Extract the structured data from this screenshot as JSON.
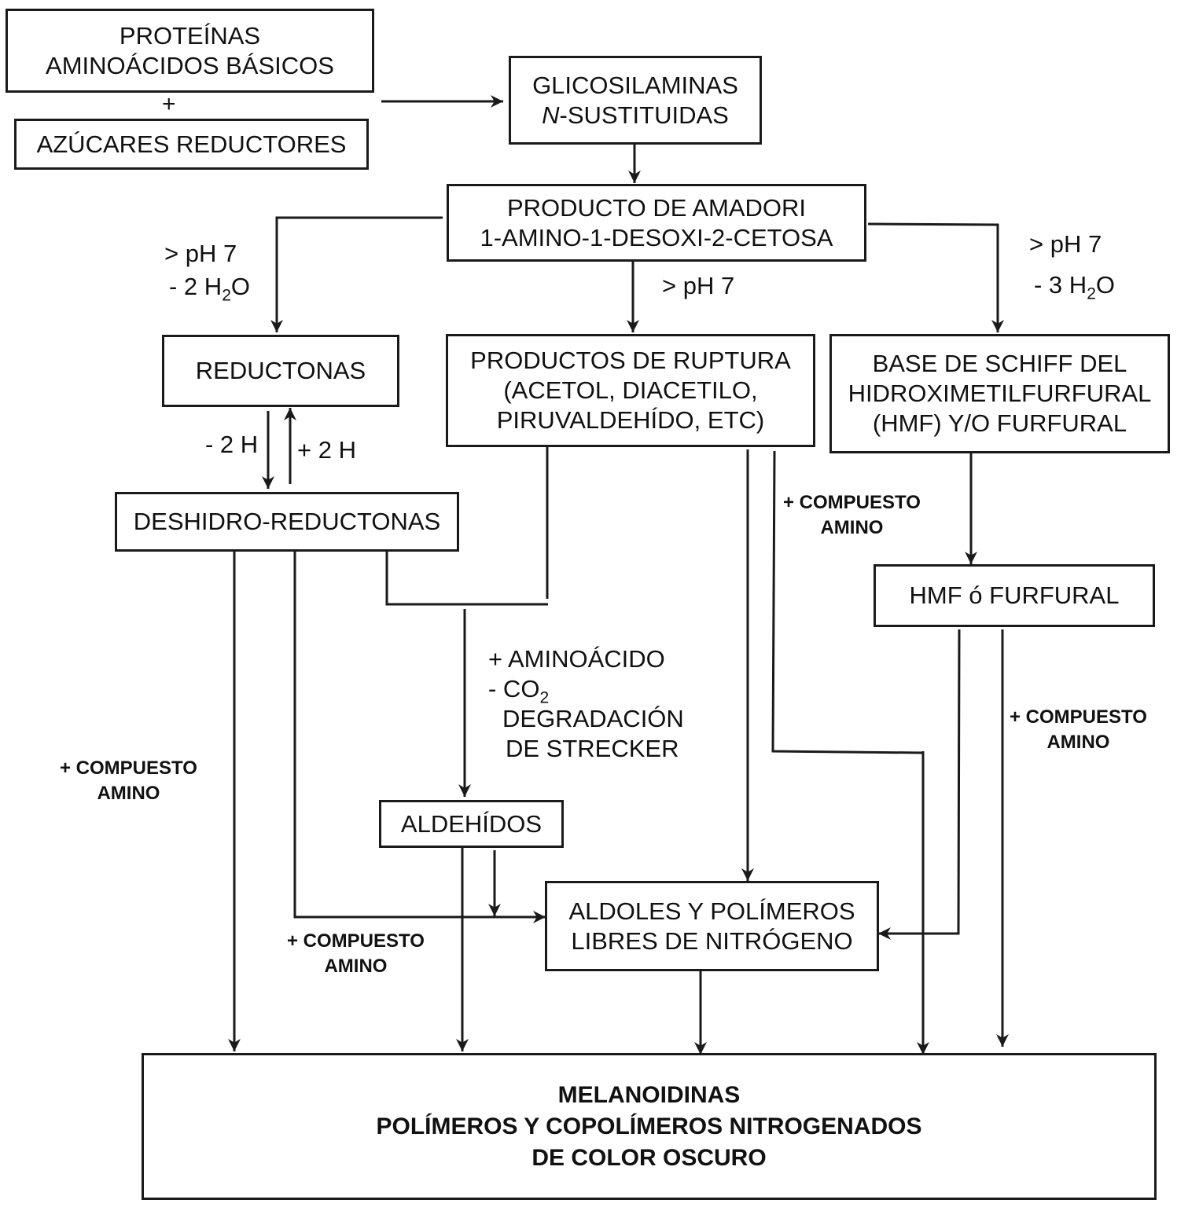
{
  "boxes": {
    "proteinas": {
      "lines": [
        "PROTEÍNAS",
        "AMINOÁCIDOS BÁSICOS"
      ]
    },
    "plus": "+",
    "azucares": {
      "lines": [
        "AZÚCARES REDUCTORES"
      ]
    },
    "glicosilaminas": {
      "line1": "GLICOSILAMINAS",
      "line2_italic": "N",
      "line2_rest": "-SUSTITUIDAS"
    },
    "amadori": {
      "lines": [
        "PRODUCTO DE AMADORI",
        "1-AMINO-1-DESOXI-2-CETOSA"
      ]
    },
    "reductonas": {
      "lines": [
        "REDUCTONAS"
      ]
    },
    "ruptura": {
      "lines": [
        "PRODUCTOS DE RUPTURA",
        "(ACETOL, DIACETILO,",
        "PIRUVALDEHÍDO, ETC)"
      ]
    },
    "schiff": {
      "lines": [
        "BASE DE SCHIFF DEL",
        "HIDROXIMETILFURFURAL",
        "(HMF) Y/O FURFURAL"
      ]
    },
    "deshidro": {
      "lines": [
        "DESHIDRO-REDUCTONAS"
      ]
    },
    "hmf": {
      "lines": [
        "HMF ó FURFURAL"
      ]
    },
    "aldehidos": {
      "lines": [
        "ALDEHÍDOS"
      ]
    },
    "aldoles": {
      "lines": [
        "ALDOLES Y POLÍMEROS",
        "LIBRES DE NITRÓGENO"
      ]
    },
    "melanoidinas": {
      "lines": [
        "MELANOIDINAS",
        "POLÍMEROS Y COPOLÍMEROS NITROGENADOS",
        "DE COLOR OSCURO"
      ]
    }
  },
  "labels": {
    "left_ph": {
      "line1": "> pH 7",
      "line2_pre": "- 2 H",
      "line2_sub": "2",
      "line2_post": "O"
    },
    "center_ph": "> pH 7",
    "right_ph": {
      "line1": "> pH 7",
      "line2_pre": "- 3 H",
      "line2_sub": "2",
      "line2_post": "O"
    },
    "minus_2h": "- 2 H",
    "plus_2h": "+ 2 H",
    "strecker": {
      "line1": "+ AMINOÁCIDO",
      "line2_pre": "- CO",
      "line2_sub": "2",
      "line3": "DEGRADACIÓN",
      "line4": "DE STRECKER"
    },
    "amino_ruptura": [
      "+ COMPUESTO",
      "AMINO"
    ],
    "amino_left": [
      "+ COMPUESTO",
      "AMINO"
    ],
    "amino_middle": [
      "+ COMPUESTO",
      "AMINO"
    ],
    "amino_right": [
      "+ COMPUESTO",
      "AMINO"
    ]
  },
  "colors": {
    "stroke": "#1a1a1a",
    "background": "#ffffff"
  }
}
